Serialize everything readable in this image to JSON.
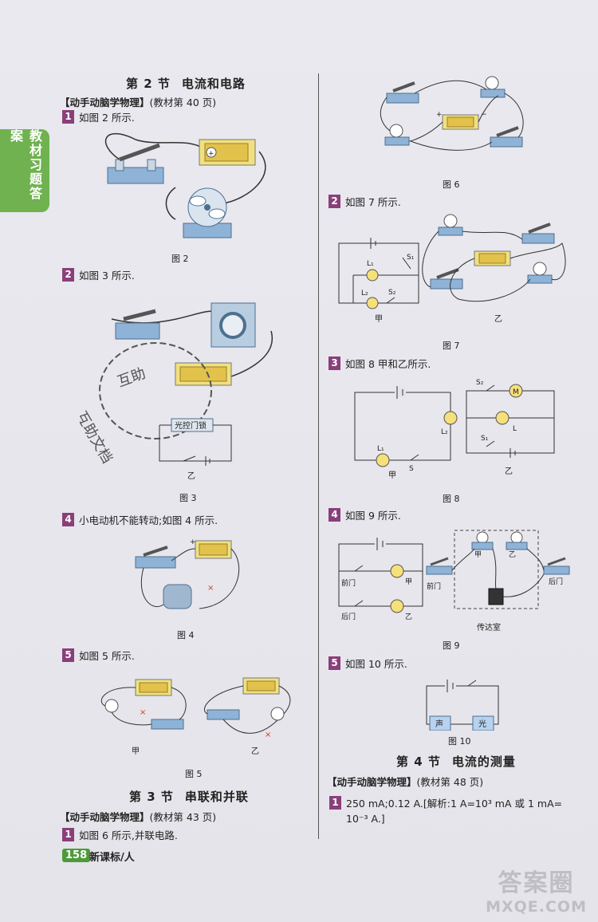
{
  "side_tab": "教材习题答案",
  "sec2": {
    "num": "第 2 节",
    "title": "电流和电路"
  },
  "sec2_heading": {
    "bold": "【动手动脑学物理】",
    "ref": "(教材第 40 页)"
  },
  "items_left": [
    {
      "n": "1",
      "text": "如图 2 所示."
    },
    {
      "n": "2",
      "text": "如图 3 所示."
    },
    {
      "n": "4",
      "text": "小电动机不能转动;如图 4 所示."
    },
    {
      "n": "5",
      "text": "如图 5 所示."
    }
  ],
  "captions": {
    "fig2": "图 2",
    "fig3": "图 3",
    "fig4": "图 4",
    "fig5": "图 5",
    "fig6": "图 6",
    "fig7": "图 7",
    "fig8": "图 8",
    "fig9": "图 9",
    "fig10": "图 10"
  },
  "fig3_labels": {
    "switch_box": "光控门锁",
    "sub": "乙"
  },
  "stamp": {
    "c1": "互助文档"
  },
  "fig5_labels": {
    "a": "甲",
    "b": "乙"
  },
  "sec3": {
    "num": "第 3 节",
    "title": "串联和并联"
  },
  "sec3_heading": {
    "bold": "【动手动脑学物理】",
    "ref": "(教材第 43 页)"
  },
  "sec3_item1": {
    "n": "1",
    "text": "如图 6 所示,并联电路."
  },
  "items_right": [
    {
      "n": "2",
      "text": "如图 7 所示."
    },
    {
      "n": "3",
      "text": "如图 8 甲和乙所示."
    },
    {
      "n": "4",
      "text": "如图 9 所示."
    },
    {
      "n": "5",
      "text": "如图 10 所示."
    }
  ],
  "fig7_labels": {
    "L1": "L₁",
    "L2": "L₂",
    "S1": "S₁",
    "S2": "S₂",
    "a": "甲",
    "b": "乙"
  },
  "fig8_labels": {
    "L1": "L₁",
    "L2": "L₂",
    "S": "S",
    "S2": "S₂",
    "M": "M",
    "L": "L",
    "S1": "S₁",
    "a": "甲",
    "b": "乙"
  },
  "fig9_labels": {
    "front": "前门",
    "back": "后门",
    "jia": "甲",
    "yi": "乙",
    "room": "传达室"
  },
  "fig10_labels": {
    "sound": "声",
    "light": "光"
  },
  "sec4": {
    "num": "第 4 节",
    "title": "电流的测量"
  },
  "sec4_heading": {
    "bold": "【动手动脑学物理】",
    "ref": "(教材第 48 页)"
  },
  "sec4_item1": {
    "n": "1",
    "line1": "250 mA;0.12 A.[解析:1 A=10³ mA 或 1 mA=",
    "line2": "10⁻³ A.]"
  },
  "footer": {
    "page": "158",
    "label": "新课标/人"
  },
  "watermark": {
    "big": "答案圈",
    "small": "MXQE.COM"
  }
}
